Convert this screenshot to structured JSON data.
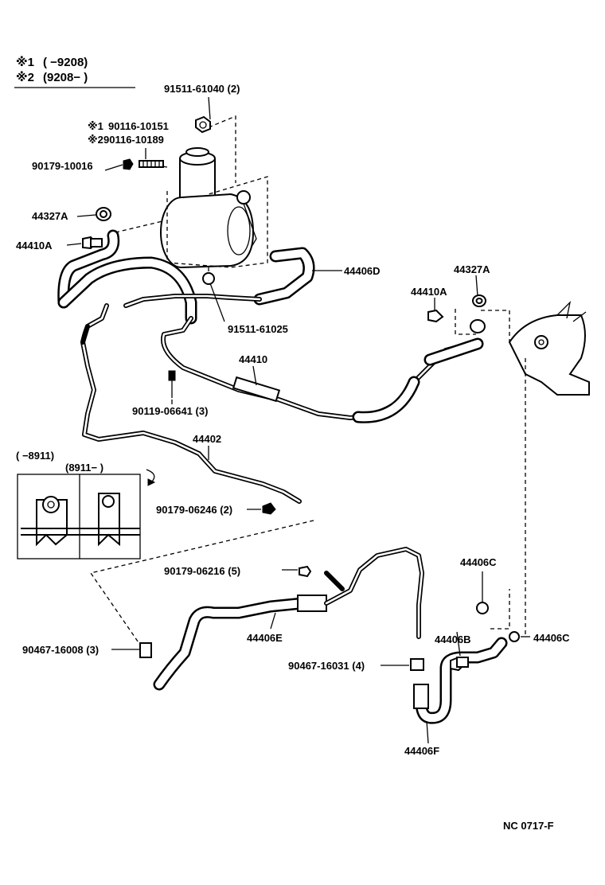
{
  "legend": {
    "row1_mark": "※1",
    "row1_text": "(      −9208)",
    "row2_mark": "※2",
    "row2_text": "(9208−      )"
  },
  "labels": {
    "p91511_61040": "91511-61040 (2)",
    "p90116_10151_mark": "※1",
    "p90116_10151": "90116-10151",
    "p90116_10189_mark": "※2",
    "p90116_10189": "90116-10189",
    "p90179_10016": "90179-10016",
    "p44327A_left": "44327A",
    "p44410A_left": "44410A",
    "p44406D": "44406D",
    "p44327A_right": "44327A",
    "p44410A_right": "44410A",
    "p91511_61025": "91511-61025",
    "p44410": "44410",
    "p90119_06641": "90119-06641 (3)",
    "p44402": "44402",
    "inset_range1": "(      −8911)",
    "inset_range2": "(8911−      )",
    "p90179_06246": "90179-06246 (2)",
    "p90179_06216": "90179-06216 (5)",
    "p44406C_top": "44406C",
    "p44406E": "44406E",
    "p90467_16008": "90467-16008 (3)",
    "p44406B": "44406B",
    "p44406C_right": "44406C",
    "p90467_16031": "90467-16031 (4)",
    "p44406F": "44406F",
    "figure_code": "NC  0717-F"
  }
}
